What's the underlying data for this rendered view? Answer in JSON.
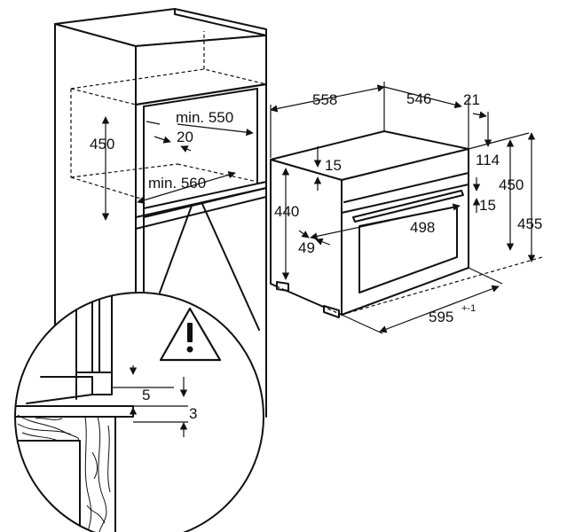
{
  "colors": {
    "line": "#111111",
    "background": "#ffffff",
    "warning_fill": "#ffffff"
  },
  "labels": {
    "cabinet_min_width": "min. 550",
    "cabinet_height": "450",
    "cabinet_gap": "20",
    "cabinet_min_depth": "min. 560",
    "oven_width_top": "558",
    "oven_depth": "546",
    "oven_front_offset": "21",
    "oven_top_gap": "15",
    "oven_body_height": "440",
    "oven_depth_inner": "114",
    "oven_front_height": "450",
    "oven_total_height": "455",
    "oven_inner_step": "15",
    "oven_inner_width": "498",
    "oven_side_offset": "49",
    "oven_front_width": "595",
    "oven_front_width_tolerance": "+-1",
    "detail_gap": "5",
    "detail_clearance": "3"
  },
  "icons": {
    "warning": "warning-triangle-icon"
  }
}
